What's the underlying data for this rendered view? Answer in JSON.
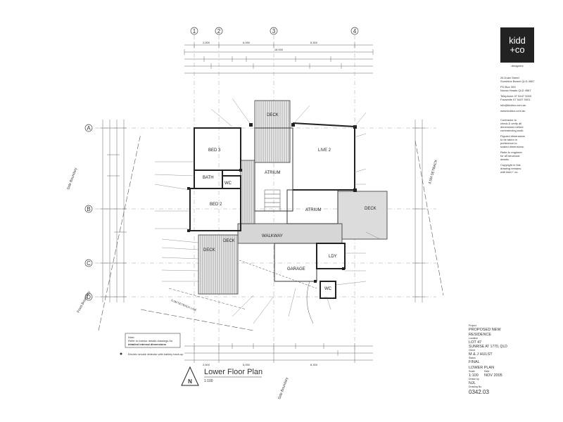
{
  "logo": {
    "line1": "kidd",
    "line2": "+co",
    "line3": "designers"
  },
  "contact": [
    "26 Duke Street",
    "Sunshine Beach QLD 4567",
    "PO Box 393",
    "Noosa Heads QLD 4567",
    "Telephone    07 5447 0000",
    "Facsimile     07 5447 0001",
    "info@kiddco.com.au",
    "www.kiddco.com.au"
  ],
  "notes_block": [
    "Contractor to",
    "check & verify all",
    "dimensions before",
    "commencing work.",
    "Figured dimensions",
    "to be taken in",
    "preference to",
    "scaled dimensions.",
    "Refer to engineer",
    "for all structural",
    "details.",
    "Copyright in this",
    "drawing remains",
    "with kidd + co."
  ],
  "title_block": {
    "project_label": "Project",
    "project": [
      "PROPOSED NEW",
      "RESIDENCE"
    ],
    "location_label": "Location",
    "location": [
      "LOT 47",
      "SUNRISE AT 1770, QLD"
    ],
    "client_label": "Client",
    "client": "M & J HULST",
    "status_label": "Status",
    "status": "FINAL",
    "drawing": "LOWER PLAN",
    "scale_label": "Scale",
    "scale": "1:100",
    "date_label": "Date",
    "date": "NOV 2005",
    "drawn_label": "Drawn by",
    "drawn": "NJL",
    "number_label": "Drawing No",
    "number": "0342.03"
  },
  "plan_title": {
    "name": "Lower Floor Plan",
    "scale": "1:100",
    "north": "N"
  },
  "grid": {
    "columns": [
      "1",
      "2",
      "3",
      "4"
    ],
    "rows": [
      "A",
      "B",
      "C",
      "D"
    ]
  },
  "dims_top": [
    "2,500",
    "6,050",
    "18,900",
    "8,300"
  ],
  "dims_bottom": [
    "2,500",
    "6,050",
    "8,300"
  ],
  "rooms": {
    "bed3": "BED 3",
    "bath": "BATH",
    "wc1": "WC",
    "bed2": "BED 2",
    "atrium": "ATRIUM",
    "atrium2": "ATRIUM",
    "live2": "LIVE 2",
    "deck_top": "DECK",
    "deck_right": "DECK",
    "deck_left1": "DECK",
    "deck_left2": "DECK",
    "walkway": "WALKWAY",
    "garage": "GARAGE",
    "ldy": "LDY",
    "wc2": "WC"
  },
  "boundaries": {
    "side_left": "Side Boundary",
    "front": "Front Boundary",
    "side_bottom": "Side Boundary",
    "setback_right": "4.5M SETBACK",
    "setback_bottom": "6.0M SETBACK LINE"
  },
  "note_box": [
    "Note:",
    "Refer to interior details drawings for",
    "detailed internal dimensions"
  ],
  "smoke_note": "Electric smoke detector with battery back-up"
}
